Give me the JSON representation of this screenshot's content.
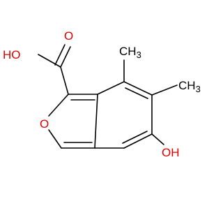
{
  "colors": {
    "background": "#ffffff",
    "bond": "#000000",
    "oxygen": "#e00000"
  },
  "labels": {
    "hydroxyl_acid": "HO",
    "carbonyl_oxygen": "O",
    "ring_oxygen": "O",
    "methyl_top": "CH",
    "methyl_top_sub": "3",
    "methyl_right": "CH",
    "methyl_right_sub": "3",
    "phenol": "OH"
  }
}
